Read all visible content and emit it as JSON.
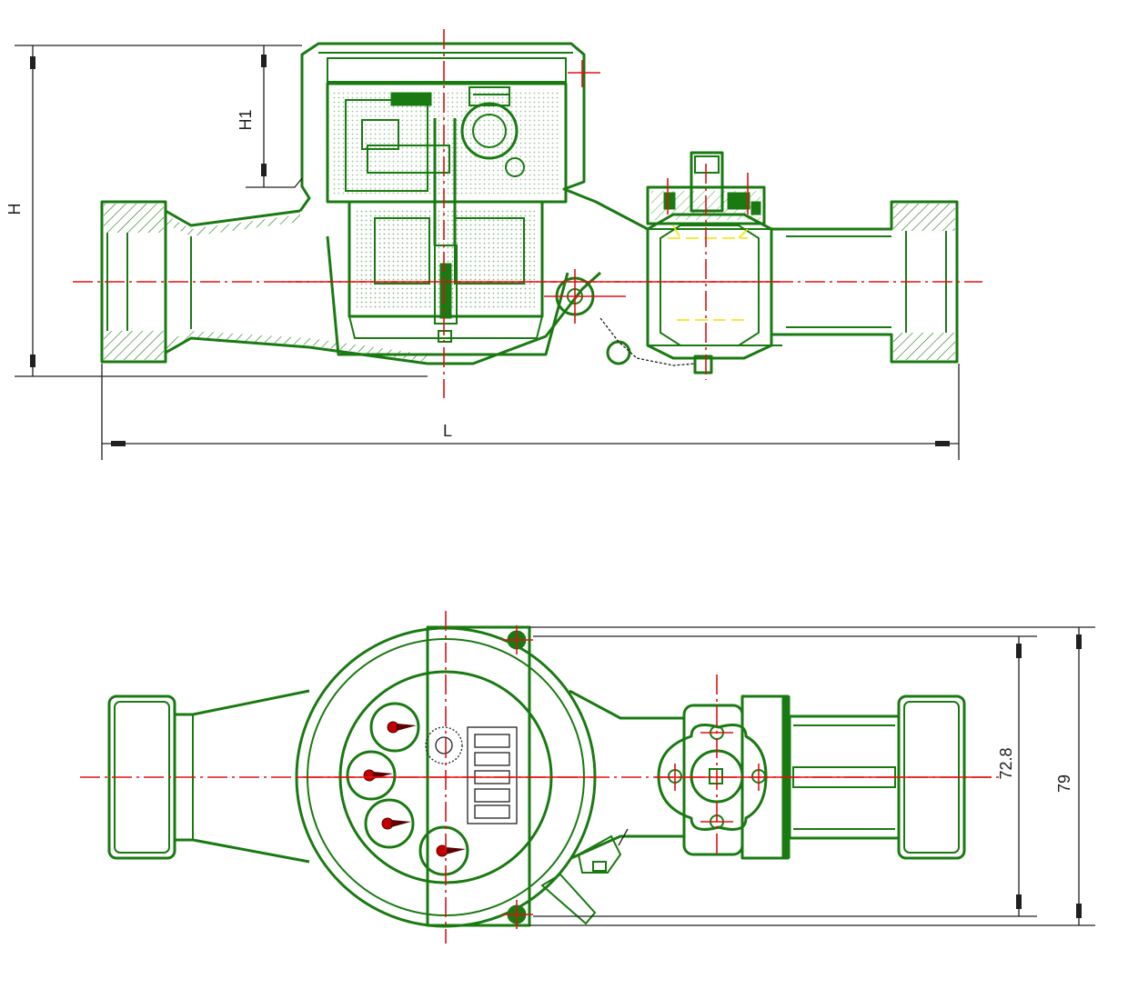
{
  "side_view": {
    "dimensions": {
      "height_label": "H",
      "height_sub_label": "H1",
      "length_label": "L"
    }
  },
  "top_view": {
    "dimensions": {
      "inner_width": "72.8",
      "outer_width": "79"
    }
  },
  "colors": {
    "outline": "#1a7a12",
    "centerline": "#e01010",
    "dimension": "#202020",
    "hidden": "#f2e400"
  }
}
